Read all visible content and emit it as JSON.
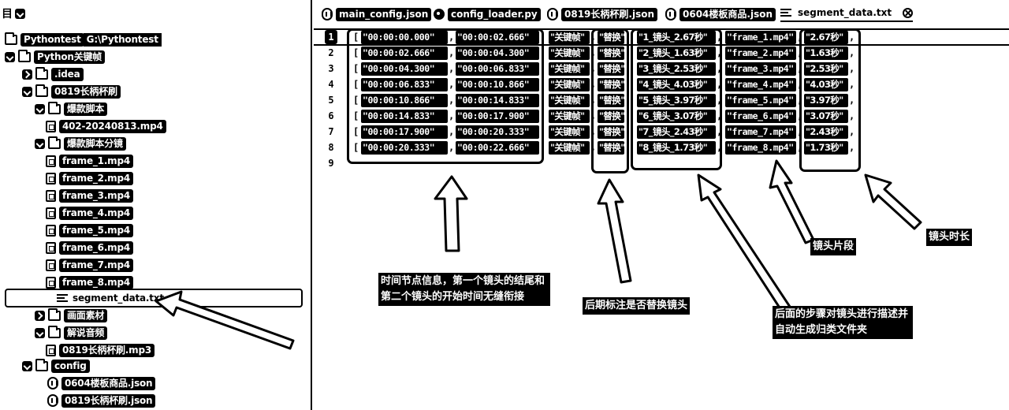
{
  "sidebar": {
    "title": "目",
    "tree": [
      {
        "label": "Pythontest",
        "path": "G:\\Pythontest",
        "icon": "folder-icon",
        "toggle": "",
        "indent": 0
      },
      {
        "label": "Python关键帧",
        "icon": "folder-icon",
        "toggle": "down",
        "indent": 1
      },
      {
        "label": ".idea",
        "icon": "folder-icon",
        "toggle": "right",
        "indent": 2
      },
      {
        "label": "0819长柄杯刷",
        "icon": "folder-icon",
        "toggle": "down",
        "indent": 2
      },
      {
        "label": "爆款脚本",
        "icon": "folder-icon",
        "toggle": "down",
        "indent": 3
      },
      {
        "label": "402-20240813.mp4",
        "icon": "file-icon",
        "toggle": "",
        "indent": 4
      },
      {
        "label": "爆款脚本分镜",
        "icon": "folder-icon",
        "toggle": "down",
        "indent": 3
      },
      {
        "label": "frame_1.mp4",
        "icon": "file-icon",
        "toggle": "",
        "indent": 4
      },
      {
        "label": "frame_2.mp4",
        "icon": "file-icon",
        "toggle": "",
        "indent": 4
      },
      {
        "label": "frame_3.mp4",
        "icon": "file-icon",
        "toggle": "",
        "indent": 4
      },
      {
        "label": "frame_4.mp4",
        "icon": "file-icon",
        "toggle": "",
        "indent": 4
      },
      {
        "label": "frame_5.mp4",
        "icon": "file-icon",
        "toggle": "",
        "indent": 4
      },
      {
        "label": "frame_6.mp4",
        "icon": "file-icon",
        "toggle": "",
        "indent": 4
      },
      {
        "label": "frame_7.mp4",
        "icon": "file-icon",
        "toggle": "",
        "indent": 4
      },
      {
        "label": "frame_8.mp4",
        "icon": "file-icon",
        "toggle": "",
        "indent": 4
      },
      {
        "label": "segment_data.txt",
        "icon": "txt-icon",
        "toggle": "",
        "indent": 4,
        "selected": true
      },
      {
        "label": "画面素材",
        "icon": "folder-icon",
        "toggle": "right",
        "indent": 3
      },
      {
        "label": "解说音频",
        "icon": "folder-icon",
        "toggle": "down",
        "indent": 3
      },
      {
        "label": "0819长柄杯刷.mp3",
        "icon": "file-icon",
        "toggle": "",
        "indent": 4
      },
      {
        "label": "config",
        "icon": "folder-icon",
        "toggle": "down",
        "indent": 1
      },
      {
        "label": "0604楼板商品.json",
        "icon": "json-icon",
        "toggle": "",
        "indent": 2
      },
      {
        "label": "0819长柄杯刷.json",
        "icon": "json-icon",
        "toggle": "",
        "indent": 2
      }
    ]
  },
  "tabs": [
    {
      "label": "main_config.json",
      "icon": "json-icon"
    },
    {
      "label": "config_loader.py",
      "icon": "py-icon"
    },
    {
      "label": "0819长柄杯刷.json",
      "icon": "json-icon"
    },
    {
      "label": "0604楼板商品.json",
      "icon": "json-icon"
    },
    {
      "label": "segment_data.txt",
      "icon": "txt-icon",
      "active": true
    }
  ],
  "editor": {
    "line_numbers": [
      "1",
      "2",
      "3",
      "4",
      "5",
      "6",
      "7",
      "8",
      "9"
    ],
    "rows": [
      {
        "start": "\"00:00:00.000\"",
        "end": "\"00:00:02.666\"",
        "type": "\"关键帧\"",
        "replace": "\"替换\"",
        "shot": "\"1_镜头_2.67秒\"",
        "file": "\"frame_1.mp4\"",
        "dur": "\"2.67秒\""
      },
      {
        "start": "\"00:00:02.666\"",
        "end": "\"00:00:04.300\"",
        "type": "\"关键帧\"",
        "replace": "\"替换\"",
        "shot": "\"2_镜头_1.63秒\"",
        "file": "\"frame_2.mp4\"",
        "dur": "\"1.63秒\""
      },
      {
        "start": "\"00:00:04.300\"",
        "end": "\"00:00:06.833\"",
        "type": "\"关键帧\"",
        "replace": "\"替换\"",
        "shot": "\"3_镜头_2.53秒\"",
        "file": "\"frame_3.mp4\"",
        "dur": "\"2.53秒\""
      },
      {
        "start": "\"00:00:06.833\"",
        "end": "\"00:00:10.866\"",
        "type": "\"关键帧\"",
        "replace": "\"替换\"",
        "shot": "\"4_镜头_4.03秒\"",
        "file": "\"frame_4.mp4\"",
        "dur": "\"4.03秒\""
      },
      {
        "start": "\"00:00:10.866\"",
        "end": "\"00:00:14.833\"",
        "type": "\"关键帧\"",
        "replace": "\"替换\"",
        "shot": "\"5_镜头_3.97秒\"",
        "file": "\"frame_5.mp4\"",
        "dur": "\"3.97秒\""
      },
      {
        "start": "\"00:00:14.833\"",
        "end": "\"00:00:17.900\"",
        "type": "\"关键帧\"",
        "replace": "\"替换\"",
        "shot": "\"6_镜头_3.07秒\"",
        "file": "\"frame_6.mp4\"",
        "dur": "\"3.07秒\""
      },
      {
        "start": "\"00:00:17.900\"",
        "end": "\"00:00:20.333\"",
        "type": "\"关键帧\"",
        "replace": "\"替换\"",
        "shot": "\"7_镜头_2.43秒\"",
        "file": "\"frame_7.mp4\"",
        "dur": "\"2.43秒\""
      },
      {
        "start": "\"00:00:20.333\"",
        "end": "\"00:00:22.666\"",
        "type": "\"关键帧\"",
        "replace": "\"替换\"",
        "shot": "\"8_镜头_1.73秒\"",
        "file": "\"frame_8.mp4\"",
        "dur": "\"1.73秒\""
      }
    ]
  },
  "annotations": {
    "time_info": "时间节点信息，第一个镜头的结尾和第二个镜头的开始时间无缝衔接",
    "replace_note": "后期标注是否替换镜头",
    "describe_note": "后面的步骤对镜头进行描述并自动生成归类文件夹",
    "segment_note": "镜头片段",
    "duration_note": "镜头时长"
  },
  "colors": {
    "ink": "#000000",
    "paper": "#ffffff"
  }
}
